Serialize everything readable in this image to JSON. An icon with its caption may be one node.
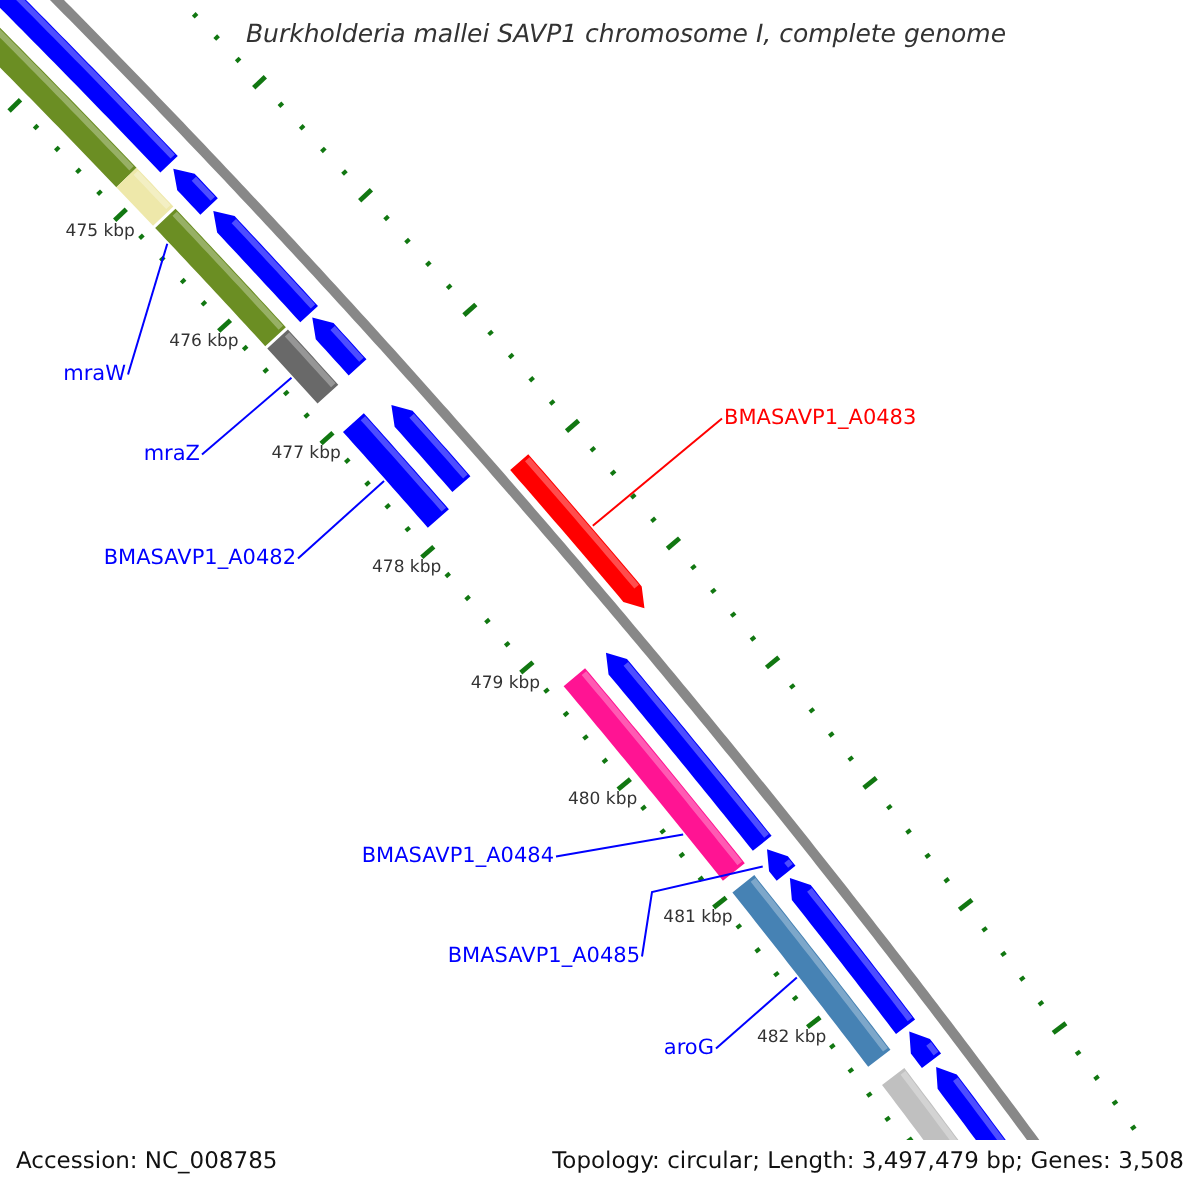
{
  "diagram": {
    "title": "Burkholderia mallei SAVP1 chromosome I, complete genome",
    "nodes": [
      {
        "text": [
          "mraW"
        ]
      },
      {
        "text": [
          "BMASAVP1_A0483"
        ]
      },
      {
        "text": [
          "mraZ"
        ]
      },
      {
        "text": [
          "BMASAVP1_A0482"
        ]
      },
      {
        "text": [
          "BMASAVP1_A0484"
        ]
      },
      {
        "text": [
          "BMASAVP1_A0485"
        ]
      },
      {
        "text": [
          "aroG"
        ]
      },
      {
        "text": [],
        "shape": "bar"
      },
      {
        "text": [],
        "shape": "arrow"
      },
      {
        "text": [],
        "shape": "bar"
      },
      {
        "text": [],
        "shape": "bar"
      },
      {
        "text": [],
        "shape": "bar"
      },
      {
        "text": [],
        "shape": "arrow"
      },
      {
        "text": [],
        "shape": "bar"
      },
      {
        "text": [],
        "shape": "bar"
      },
      {
        "text": [],
        "shape": "arrow"
      },
      {
        "text": [],
        "shape": "arrow"
      },
      {
        "text": [],
        "shape": "arrow"
      },
      {
        "text": [],
        "shape": "arrow"
      },
      {
        "text": [],
        "shape": "arrow"
      },
      {
        "text": [],
        "shape": "arrow"
      },
      {
        "text": [],
        "shape": "arrow"
      },
      {
        "text": [],
        "shape": "arrow"
      },
      {
        "text": [],
        "shape": "bar"
      },
      {
        "text": [],
        "shape": "bar"
      },
      {
        "text": [],
        "shape": "bar"
      }
    ],
    "edges": [
      {
        "from": 0,
        "to": 7,
        "arrow": "none"
      },
      {
        "from": 1,
        "to": 8,
        "arrow": "none",
        "color": "#ff0000"
      },
      {
        "from": 2,
        "to": 9,
        "arrow": "none"
      },
      {
        "from": 3,
        "to": 10,
        "arrow": "none"
      },
      {
        "from": 4,
        "to": 11,
        "arrow": "none"
      },
      {
        "from": 5,
        "to": 12,
        "arrow": "none"
      },
      {
        "from": 6,
        "to": 13,
        "arrow": "none"
      }
    ],
    "labels": [
      "475 kbp",
      "476 kbp",
      "477 kbp",
      "478 kbp",
      "479 kbp",
      "480 kbp",
      "481 kbp",
      "482 kbp",
      "Accession: NC_008785",
      "Topology: circular; Length: 3,497,479 bp; Genes: 3,508"
    ]
  }
}
